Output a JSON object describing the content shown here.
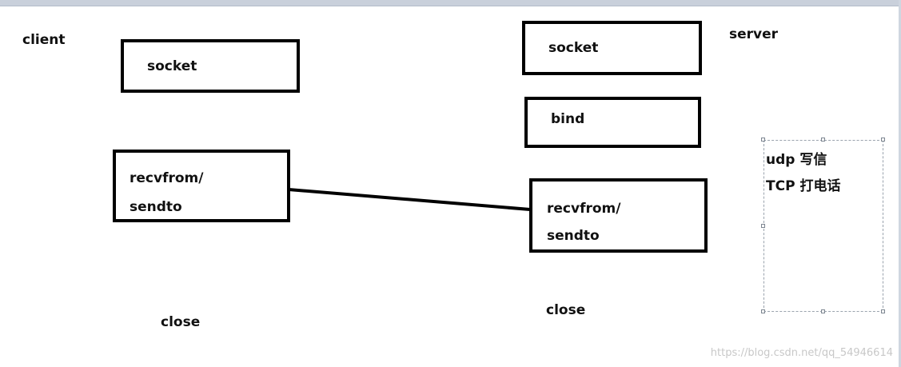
{
  "client": {
    "title": "client",
    "socket": "socket",
    "recv_line1": "recvfrom/",
    "recv_line2": "sendto",
    "close": "close"
  },
  "server": {
    "title": "server",
    "socket": "socket",
    "bind": "bind",
    "recv_line1": "recvfrom/",
    "recv_line2": "sendto",
    "close": "close"
  },
  "note": {
    "line1": "udp 写信",
    "line2": "TCP 打电话"
  },
  "watermark": "https://blog.csdn.net/qq_54946614"
}
